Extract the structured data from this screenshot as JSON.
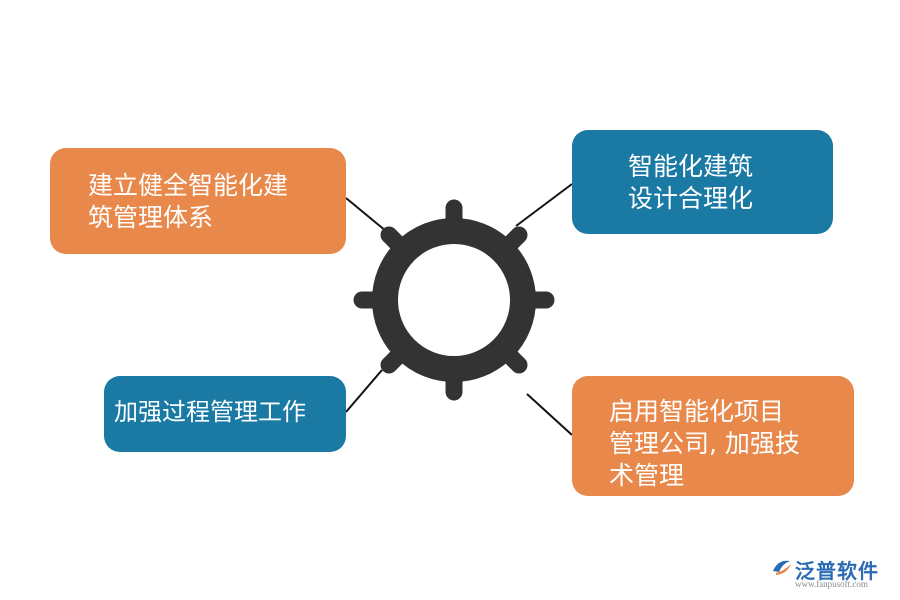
{
  "colors": {
    "orange": "#E8894B",
    "teal": "#1A7AA4",
    "gear": "#333333",
    "connector": "#111111",
    "logo_blue": "#2a6bb3"
  },
  "center": {
    "icon": "gear-icon"
  },
  "boxes": {
    "top_left": {
      "lines": [
        "建立健全智能化建",
        "筑管理体系"
      ]
    },
    "top_right": {
      "lines": [
        "智能化建筑",
        "设计合理化"
      ]
    },
    "bottom_left": {
      "lines": [
        "加强过程管理工作"
      ]
    },
    "bottom_right": {
      "lines": [
        "启用智能化项目",
        "管理公司, 加强技",
        "术管理"
      ]
    }
  },
  "logo": {
    "name": "泛普软件",
    "url": "www.fanpusoft.com"
  }
}
